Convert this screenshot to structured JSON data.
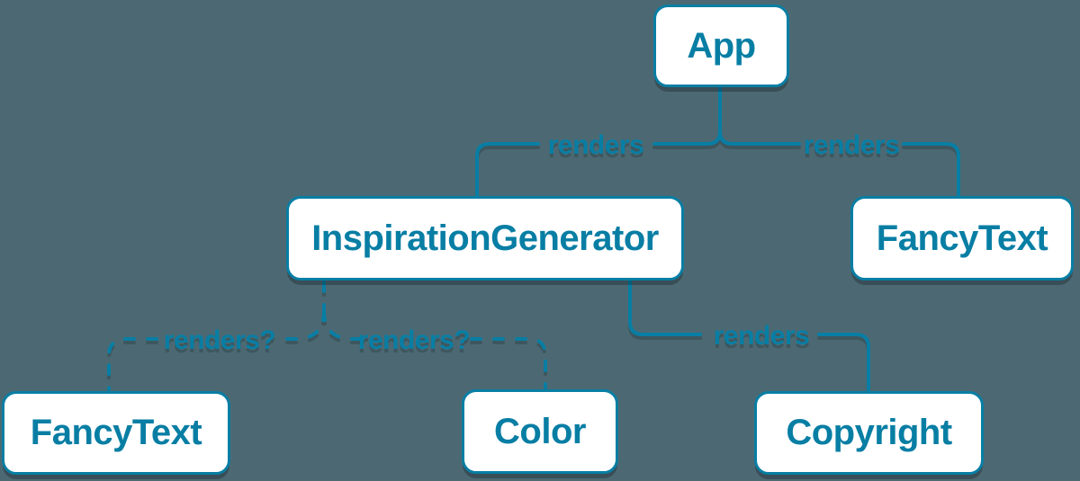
{
  "diagram": {
    "background_color": "#4C6973",
    "accent_color": "#087EA4",
    "node_fill_color": "#FFFFFF",
    "nodes": [
      {
        "id": "app",
        "label": "App"
      },
      {
        "id": "inspiration-generator",
        "label": "InspirationGenerator"
      },
      {
        "id": "fancy-text-top",
        "label": "FancyText"
      },
      {
        "id": "fancy-text-bottom",
        "label": "FancyText"
      },
      {
        "id": "color",
        "label": "Color"
      },
      {
        "id": "copyright",
        "label": "Copyright"
      }
    ],
    "edges": [
      {
        "from": "App",
        "to": "InspirationGenerator",
        "label": "renders",
        "style": "solid"
      },
      {
        "from": "App",
        "to": "FancyText",
        "label": "renders",
        "style": "solid"
      },
      {
        "from": "InspirationGenerator",
        "to": "FancyText",
        "label": "renders?",
        "style": "dashed"
      },
      {
        "from": "InspirationGenerator",
        "to": "Color",
        "label": "renders?",
        "style": "dashed"
      },
      {
        "from": "InspirationGenerator",
        "to": "Copyright",
        "label": "renders",
        "style": "solid"
      }
    ]
  }
}
